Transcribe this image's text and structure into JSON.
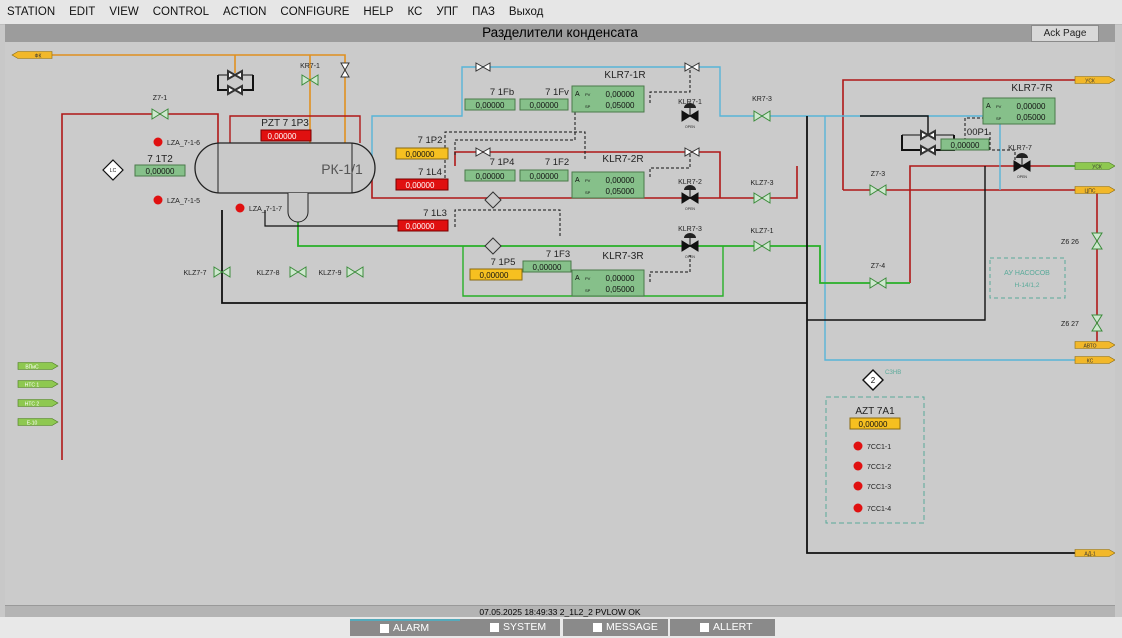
{
  "menu": [
    "STATION",
    "EDIT",
    "VIEW",
    "CONTROL",
    "ACTION",
    "CONFIGURE",
    "HELP",
    "КС",
    "УПГ",
    "ПАЗ",
    "Выход"
  ],
  "page_title": "Разделители конденсата",
  "ack_label": "Ack Page",
  "vessel": {
    "name": "РК-1/1",
    "pzt_label": "PZT 7 1P3",
    "pzt_value": "0,00000"
  },
  "level_alarms": [
    "LZA_7-1-6",
    "LZA_7-1-5",
    "LZA_7-1-7"
  ],
  "t2": {
    "label": "7 1T2",
    "value": "0,00000"
  },
  "valves": {
    "z7_1": "Z7-1",
    "kr7_1": "KR7-1",
    "kr7_3a": "KR7-3",
    "klz7_3": "KLZ7-3",
    "klz7_1": "KLZ7-1",
    "klz7_7": "KLZ7-7",
    "klz7_8": "KLZ7-8",
    "klz7_9": "KLZ7-9",
    "z7_3": "Z7-3",
    "z7_4": "Z7-4",
    "z6_26": "Z6 26",
    "z6_27": "Z6 27"
  },
  "sensors": {
    "p2": {
      "label": "7 1P2",
      "value": "0,00000"
    },
    "l4": {
      "label": "7 1L4",
      "value": "0,00000"
    },
    "l3": {
      "label": "7 1L3",
      "value": "0,00000"
    },
    "fb": {
      "label": "7 1Fb",
      "value": "0,00000"
    },
    "fv": {
      "label": "7 1Fv",
      "value": "0,00000"
    },
    "p4": {
      "label": "7 1P4",
      "value": "0,00000"
    },
    "f2": {
      "label": "7 1F2",
      "value": "0,00000"
    },
    "p5": {
      "label": "7 1P5",
      "value": "0,00000"
    },
    "f3": {
      "label": "7 1F3",
      "value": "0,00000"
    },
    "p1": {
      "label": "00P1",
      "value": "0,00000"
    }
  },
  "regulators": [
    {
      "name": "KLR7-1R",
      "pv": "0,00000",
      "sp": "0,05000",
      "valve": "KLR7-1"
    },
    {
      "name": "KLR7-2R",
      "pv": "0,00000",
      "sp": "0,05000",
      "valve": "KLR7-2"
    },
    {
      "name": "KLR7-3R",
      "pv": "0,00000",
      "sp": "0,05000",
      "valve": "KLR7-3"
    },
    {
      "name": "KLR7-7R",
      "pv": "0,00000",
      "sp": "0,05000",
      "valve": "KLR7-7"
    }
  ],
  "reg_mode": "A",
  "reg_pv_tag": "PV",
  "reg_sp_tag": "SP",
  "valve_state": "OPEN",
  "connectors_left": [
    "ФК",
    "ВПиС",
    "НТС 1",
    "НТС 2",
    "Е-10"
  ],
  "connectors_right": [
    "УСК",
    "УСК",
    "ЦПС",
    "АВТО",
    "КС",
    "АД-1"
  ],
  "pumps_box": {
    "line1": "АУ НАСОСОВ",
    "line2": "Н-14/1,2"
  },
  "azt": {
    "label": "AZT 7A1",
    "value": "0,00000",
    "tag": "СЗНВ",
    "diamond": "2",
    "items": [
      "7СС1-1",
      "7СС1-2",
      "7СС1-3",
      "7СС1-4"
    ]
  },
  "vessel_diamond": "LC",
  "status_text": "07.05.2025 18:49:33  2_1L2_2 PVLOW OK",
  "tabs": [
    "ALARM",
    "SYSTEM",
    "MESSAGE",
    "ALLERT"
  ],
  "colors": {
    "hot": "#b01818",
    "cold": "#58b4d8",
    "green": "#28b028",
    "orange": "#e09020",
    "alarm": "#e01010",
    "field": "#86c08a",
    "yellow": "#f6c020"
  }
}
